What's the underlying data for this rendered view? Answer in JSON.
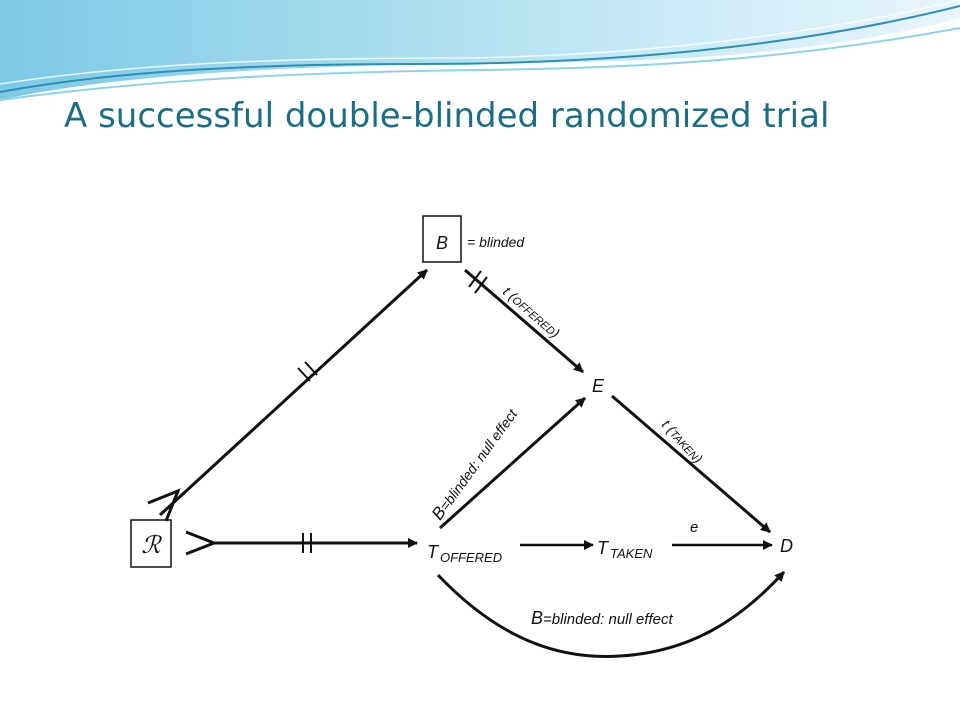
{
  "slide": {
    "title": "A successful double-blinded randomized trial"
  },
  "colors": {
    "title": "#1b6d86",
    "wave_dark": "#2e8fb5",
    "wave_light": "#8ed2ea",
    "ink": "#111111"
  },
  "diagram": {
    "nodes": {
      "randomization": "ℛ",
      "blinding": "B",
      "blinding_note": "= blinded",
      "exposure": "E",
      "treatment_offered_main": "T",
      "treatment_offered_sub": "OFFERED",
      "treatment_taken_main": "T",
      "treatment_taken_sub": "TAKEN",
      "disease": "D"
    },
    "edge_labels": {
      "offered_prefix": "t (",
      "offered_sub": "OFFERED",
      "offered_close": ")",
      "taken_prefix": "t (",
      "taken_sub": "TAKEN",
      "taken_close": ")",
      "diag_B": "B",
      "diag_rest": "=blinded: null effect",
      "bottom_B": "B",
      "bottom_rest": "=blinded: null effect",
      "e": "e"
    }
  }
}
